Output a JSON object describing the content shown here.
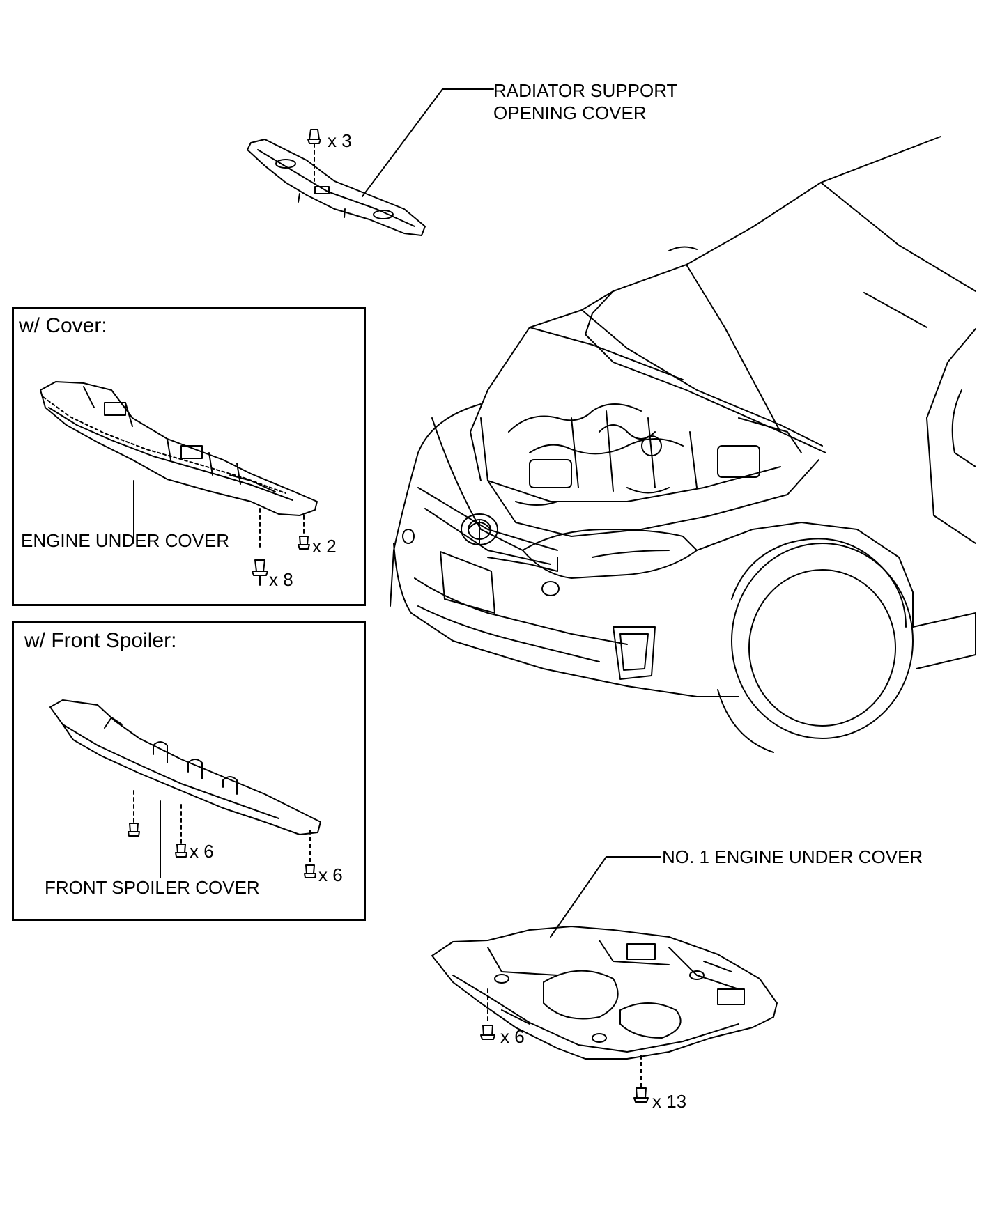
{
  "labels": {
    "radiator_support_opening_cover": [
      "RADIATOR SUPPORT",
      "OPENING COVER"
    ],
    "engine_under_cover": "ENGINE UNDER COVER",
    "front_spoiler_cover": "FRONT SPOILER COVER",
    "no1_engine_under_cover": "NO. 1 ENGINE UNDER COVER"
  },
  "panels": {
    "with_cover": {
      "title": "w/ Cover:"
    },
    "with_front_spoiler": {
      "title": "w/ Front Spoiler:"
    }
  },
  "quantities": {
    "radiator_clips": "x 3",
    "cover_clips": "x 2",
    "cover_bolts": "x 8",
    "spoiler_screws_mid": "x 6",
    "spoiler_screws_right": "x 6",
    "no1_bolts_left": "x 6",
    "no1_bolts_bottom": "x 13"
  },
  "colors": {
    "line": "#000000",
    "background": "#ffffff"
  }
}
